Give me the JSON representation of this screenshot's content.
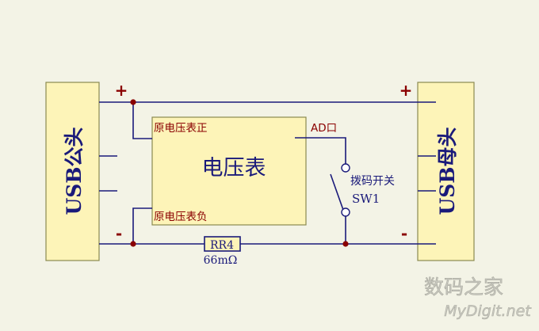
{
  "blocks": {
    "left_connector": "USB公头",
    "right_connector": "USB母头",
    "meter": "电压表"
  },
  "pins": {
    "meter_positive": "原电压表正",
    "meter_negative": "原电压表负",
    "meter_ad": "AD口"
  },
  "polarity": {
    "left_plus": "+",
    "left_minus": "-",
    "right_plus": "+",
    "right_minus": "-"
  },
  "switch": {
    "name": "拨码开关",
    "ref": "SW1"
  },
  "resistor": {
    "ref": "RR4",
    "value": "66mΩ"
  },
  "watermark": {
    "cn": "数码之家",
    "en": "MyDigit.net"
  },
  "colors": {
    "background": "#f3f3e6",
    "block_fill": "#fdf4b8",
    "block_border": "#8a8a50",
    "wire": "#1a1a7a",
    "node": "#8a0000",
    "polarity": "#8a0000",
    "pin_label": "#8a0000",
    "text_blue": "#1a1a7a"
  }
}
